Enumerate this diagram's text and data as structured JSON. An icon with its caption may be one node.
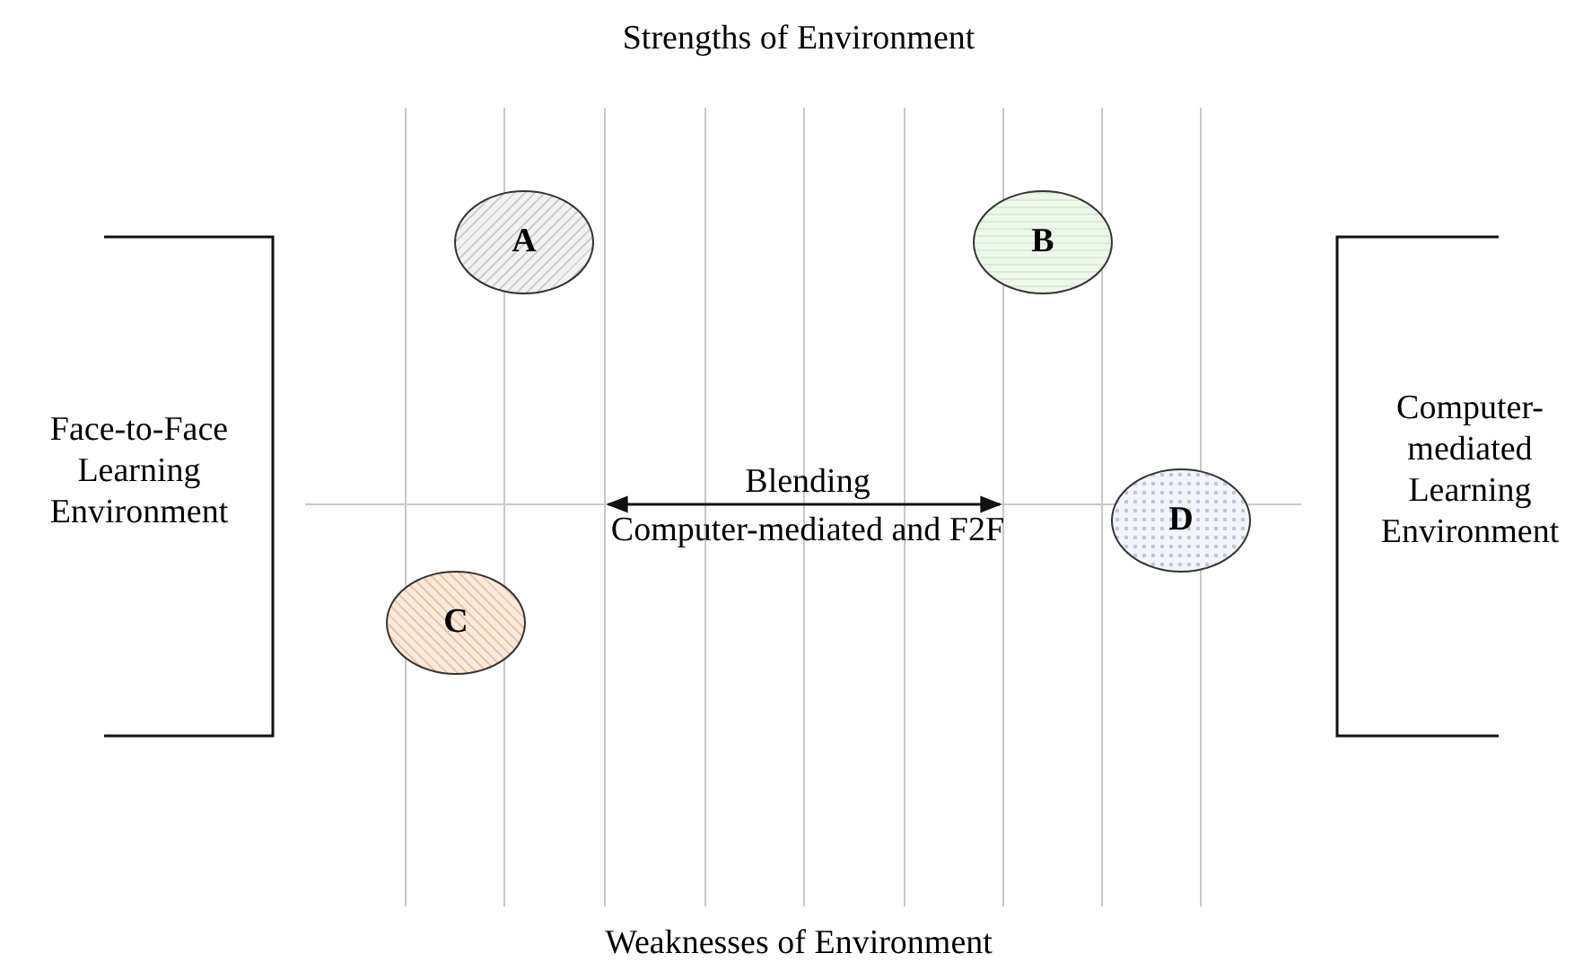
{
  "diagram": {
    "nodes": [
      {
        "text": [
          "A"
        ]
      },
      {
        "text": [
          "B"
        ]
      },
      {
        "text": [
          "C"
        ]
      },
      {
        "text": [
          "D"
        ]
      }
    ],
    "labels": [
      "Strengths of Environment",
      "Face-to-Face Learning Environment",
      "Computer-mediated Learning Environment",
      "Blending",
      "Computer-mediated and F2F",
      "Weaknesses of Environment"
    ]
  }
}
